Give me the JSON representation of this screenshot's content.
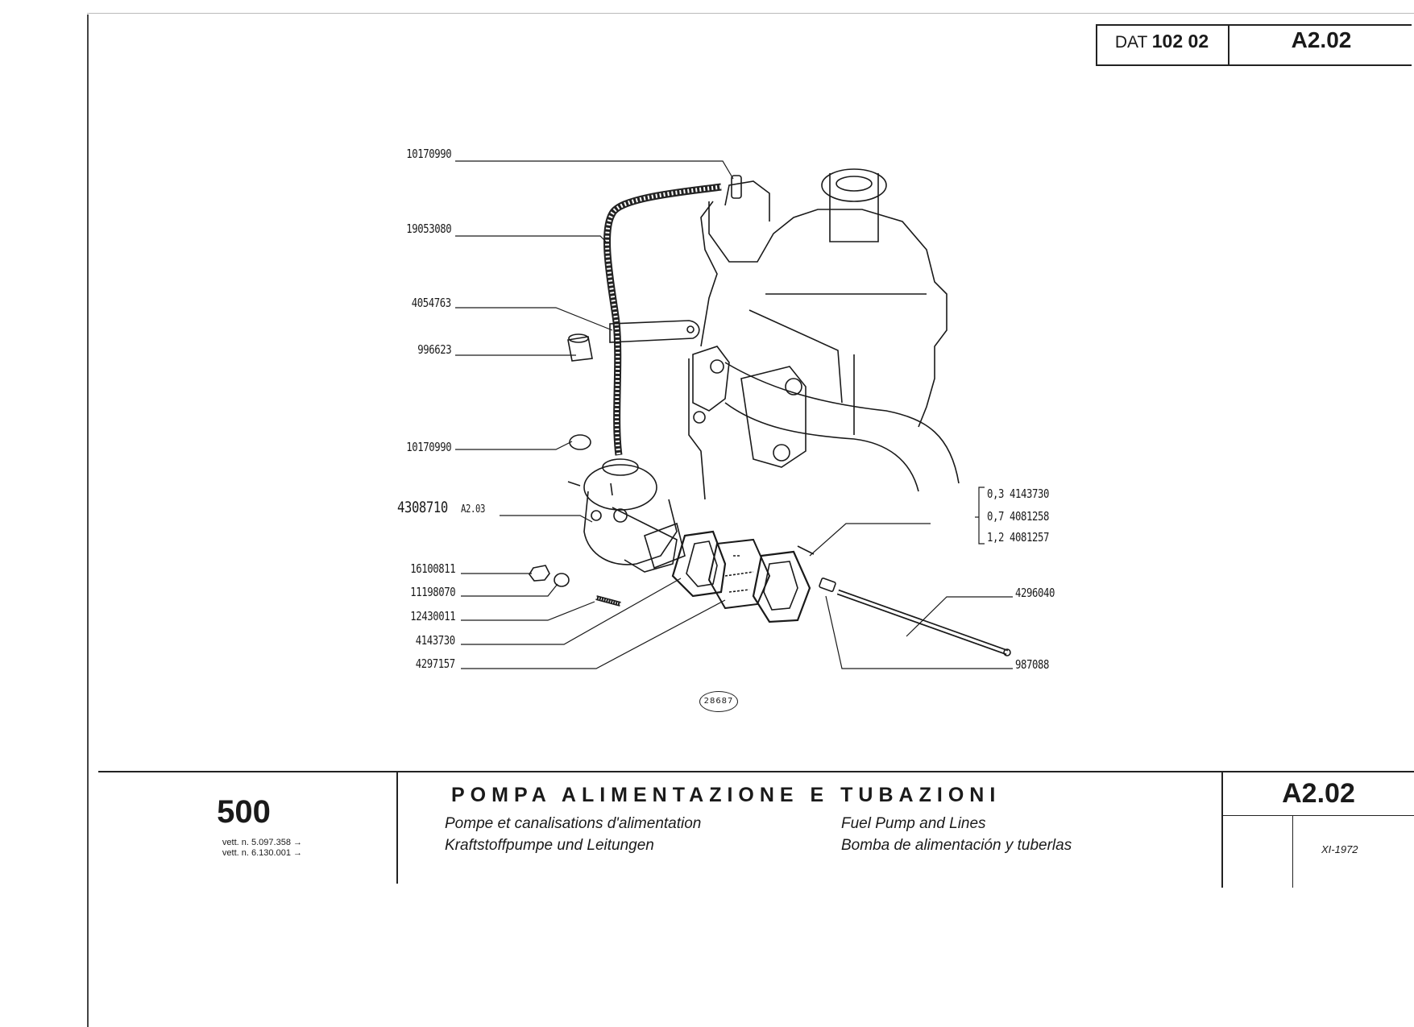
{
  "header": {
    "dat_prefix": "DAT",
    "dat_number": "102 02",
    "code": "A2.02"
  },
  "callouts": {
    "hose_clamp_top": "10170990",
    "fuel_hose": "19053080",
    "bracket": "4054763",
    "grommet": "996623",
    "hose_clamp_bottom": "10170990",
    "fuel_pump": "4308710",
    "fuel_pump_ref": "A2.03",
    "nut": "16100811",
    "washer": "11198070",
    "stud": "12430011",
    "gasket": "4143730",
    "spacer": "4297157",
    "push_rod": "4296040",
    "bushing": "987088",
    "shims": [
      {
        "thickness": "0,3",
        "part": "4143730"
      },
      {
        "thickness": "0,7",
        "part": "4081258"
      },
      {
        "thickness": "1,2",
        "part": "4081257"
      }
    ]
  },
  "figure_number": "28687",
  "footer": {
    "model": "500",
    "vett_lines": [
      "vett. n. 5.097.358 →",
      "vett. n. 6.130.001 →"
    ],
    "title_it": "POMPA ALIMENTAZIONE E TUBAZIONI",
    "title_fr": "Pompe et canalisations d'alimentation",
    "title_de": "Kraftstoffpumpe und Leitungen",
    "title_en": "Fuel Pump and Lines",
    "title_es": "Bomba de alimentación y tuberlas",
    "code": "A2.02",
    "date": "XI-1972"
  }
}
